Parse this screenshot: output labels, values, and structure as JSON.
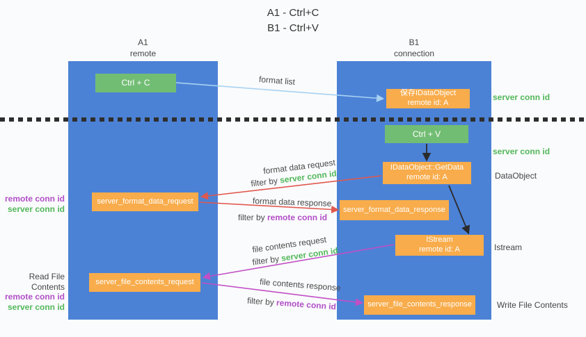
{
  "title": {
    "line1": "A1 - Ctrl+C",
    "line2": "B1 - Ctrl+V"
  },
  "lanes": {
    "a1": {
      "name": "A1",
      "subtitle": "remote"
    },
    "b1": {
      "name": "B1",
      "subtitle": "connection"
    }
  },
  "nodes": {
    "ctrl_c": {
      "label": "Ctrl + C"
    },
    "save_dataobject": {
      "line1": "保存IDataObject",
      "line2": "remote id: A"
    },
    "ctrl_v": {
      "label": "Ctrl + V"
    },
    "getdata": {
      "line1": "IDataObject::GetData",
      "line2": "remote id: A"
    },
    "format_request": {
      "label": "server_format_data_request"
    },
    "format_response": {
      "label": "server_format_data_response"
    },
    "istream": {
      "line1": "IStream",
      "line2": "remote id: A"
    },
    "file_request": {
      "label": "server_file_contents_request"
    },
    "file_response": {
      "label": "server_file_contents_response"
    }
  },
  "side_labels": {
    "server_conn_id_top": "server conn id",
    "server_conn_id_mid": "server conn id",
    "dataobject": "DataObject",
    "istream": "Istream",
    "write_file_contents": "Write File Contents",
    "read_file_contents": "Read File Contents",
    "request_remote_conn_id": "remote conn id",
    "request_server_conn_id": "server conn id",
    "file_remote_conn_id": "remote conn id",
    "file_server_conn_id": "server conn id"
  },
  "arrow_labels": {
    "format_list": "format list",
    "format_data_request": "format data request",
    "format_data_request_filter_prefix": "filter by ",
    "format_data_request_filter_key": "server conn id",
    "format_data_response": "format data response",
    "format_data_response_filter_prefix": "filter by ",
    "format_data_response_filter_key": "remote conn id",
    "file_contents_request": "file contents request",
    "file_contents_request_filter_prefix": "filter by ",
    "file_contents_request_filter_key": "server conn id",
    "file_contents_response": "file contents response",
    "file_contents_response_filter_prefix": "filter by ",
    "file_contents_response_filter_key": "remote conn id"
  },
  "colors": {
    "lane_blue": "#4c82d6",
    "action_green": "#72bd74",
    "message_orange": "#f8ac4b",
    "request_red": "#e0584e",
    "file_magenta": "#c04fc5",
    "format_list_blue": "#a8d2f2",
    "conn_green_text": "#52b75a",
    "conn_purple_text": "#b14fc7"
  }
}
